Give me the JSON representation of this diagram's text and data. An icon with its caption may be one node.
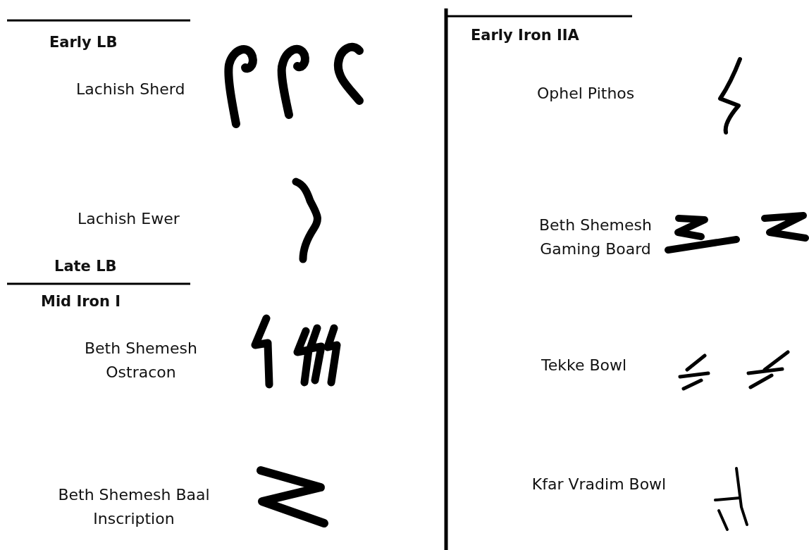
{
  "diagram": {
    "labels": [
      "Early LB",
      "Lachish Sherd",
      "Lachish Ewer",
      "Late LB",
      "Mid Iron I",
      "Beth Shemesh Ostracon",
      "Beth Shemesh Baal Inscription",
      "Early Iron IIA",
      "Ophel Pithos",
      "Beth Shemesh Gaming Board",
      "Tekke Bowl",
      "Kfar Vradim Bowl"
    ]
  }
}
